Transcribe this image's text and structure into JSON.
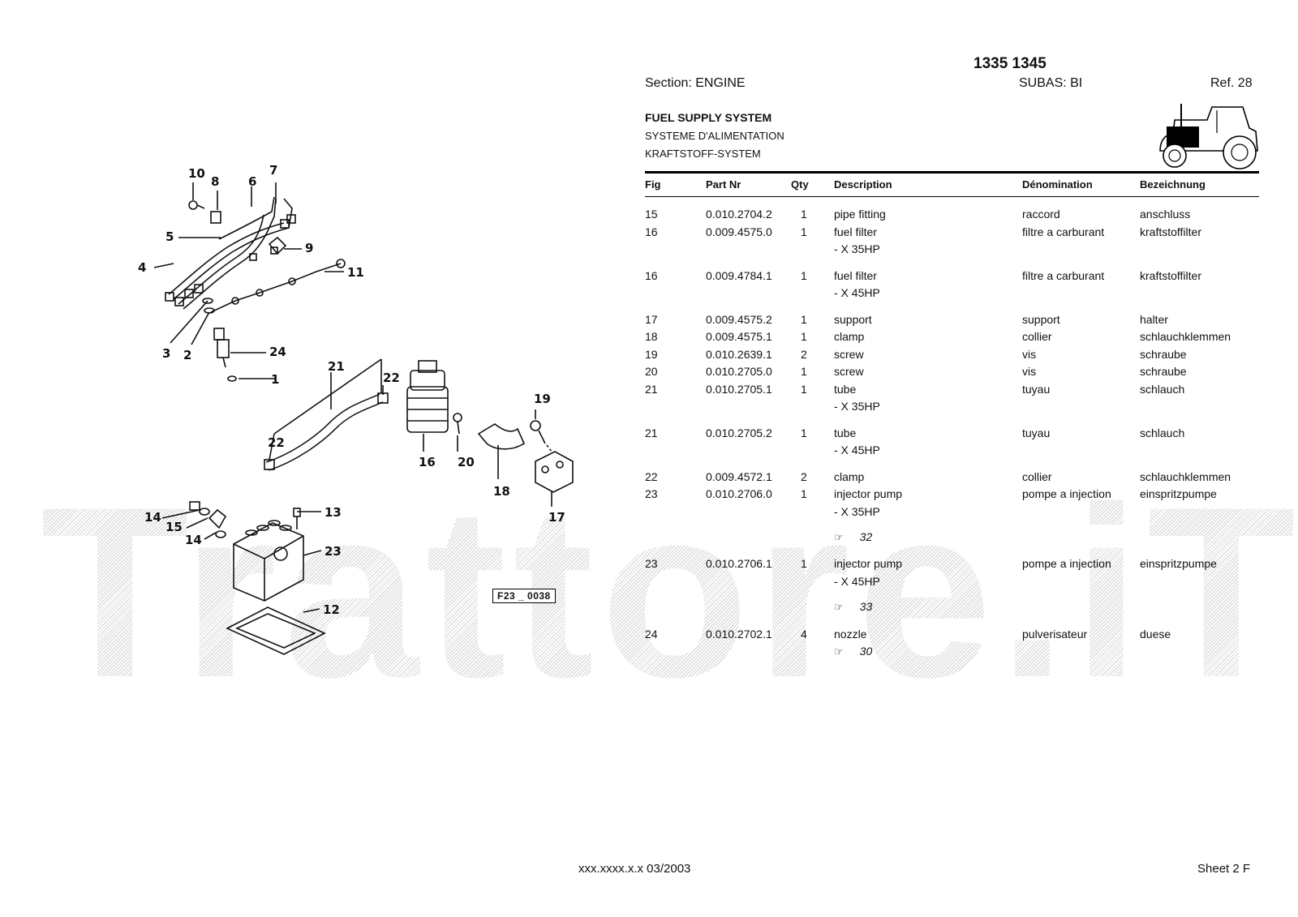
{
  "watermark": "Trattore.iT",
  "header": {
    "model": "1335 1345",
    "section": "Section: ENGINE",
    "subas": "SUBAS: BI",
    "ref": "Ref. 28"
  },
  "titles": {
    "en": "FUEL SUPPLY SYSTEM",
    "fr": "SYSTEME D'ALIMENTATION",
    "de": "KRAFTSTOFF-SYSTEM"
  },
  "table": {
    "headers": [
      "Fig",
      "Part Nr",
      "Qty",
      "Description",
      "Dénomination",
      "Bezeichnung"
    ],
    "rows": [
      {
        "fig": "15",
        "part": "0.010.2704.2",
        "qty": "1",
        "desc": "pipe fitting",
        "fr": "raccord",
        "de": "anschluss",
        "sub": "",
        "ref": ""
      },
      {
        "fig": "16",
        "part": "0.009.4575.0",
        "qty": "1",
        "desc": "fuel filter",
        "fr": "filtre a carburant",
        "de": "kraftstoffilter",
        "sub": "- X 35HP",
        "ref": ""
      },
      {
        "fig": "16",
        "part": "0.009.4784.1",
        "qty": "1",
        "desc": "fuel filter",
        "fr": "filtre a carburant",
        "de": "kraftstoffilter",
        "sub": "- X 45HP",
        "ref": ""
      },
      {
        "fig": "17",
        "part": "0.009.4575.2",
        "qty": "1",
        "desc": "support",
        "fr": "support",
        "de": "halter",
        "sub": "",
        "ref": ""
      },
      {
        "fig": "18",
        "part": "0.009.4575.1",
        "qty": "1",
        "desc": "clamp",
        "fr": "collier",
        "de": "schlauchklemmen",
        "sub": "",
        "ref": ""
      },
      {
        "fig": "19",
        "part": "0.010.2639.1",
        "qty": "2",
        "desc": "screw",
        "fr": "vis",
        "de": "schraube",
        "sub": "",
        "ref": ""
      },
      {
        "fig": "20",
        "part": "0.010.2705.0",
        "qty": "1",
        "desc": "screw",
        "fr": "vis",
        "de": "schraube",
        "sub": "",
        "ref": ""
      },
      {
        "fig": "21",
        "part": "0.010.2705.1",
        "qty": "1",
        "desc": "tube",
        "fr": "tuyau",
        "de": "schlauch",
        "sub": "- X 35HP",
        "ref": ""
      },
      {
        "fig": "21",
        "part": "0.010.2705.2",
        "qty": "1",
        "desc": "tube",
        "fr": "tuyau",
        "de": "schlauch",
        "sub": "- X 45HP",
        "ref": ""
      },
      {
        "fig": "22",
        "part": "0.009.4572.1",
        "qty": "2",
        "desc": "clamp",
        "fr": "collier",
        "de": "schlauchklemmen",
        "sub": "",
        "ref": ""
      },
      {
        "fig": "23",
        "part": "0.010.2706.0",
        "qty": "1",
        "desc": "injector pump",
        "fr": "pompe a injection",
        "de": "einspritzpumpe",
        "sub": "- X 35HP",
        "ref": "32"
      },
      {
        "fig": "23",
        "part": "0.010.2706.1",
        "qty": "1",
        "desc": "injector pump",
        "fr": "pompe a injection",
        "de": "einspritzpumpe",
        "sub": "- X 45HP",
        "ref": "33"
      },
      {
        "fig": "24",
        "part": "0.010.2702.1",
        "qty": "4",
        "desc": "nozzle",
        "fr": "pulverisateur",
        "de": "duese",
        "sub": "",
        "ref": "30"
      }
    ]
  },
  "diagram": {
    "figure_ref": "F23 _ 0038",
    "callouts": [
      "10",
      "8",
      "6",
      "7",
      "5",
      "9",
      "4",
      "11",
      "3",
      "2",
      "24",
      "1",
      "21",
      "22",
      "19",
      "22",
      "16",
      "20",
      "18",
      "17",
      "14",
      "13",
      "15",
      "14",
      "23",
      "12"
    ]
  },
  "footer": {
    "code": "xxx.xxxx.x.x  03/2003",
    "sheet": "Sheet 2 F"
  }
}
